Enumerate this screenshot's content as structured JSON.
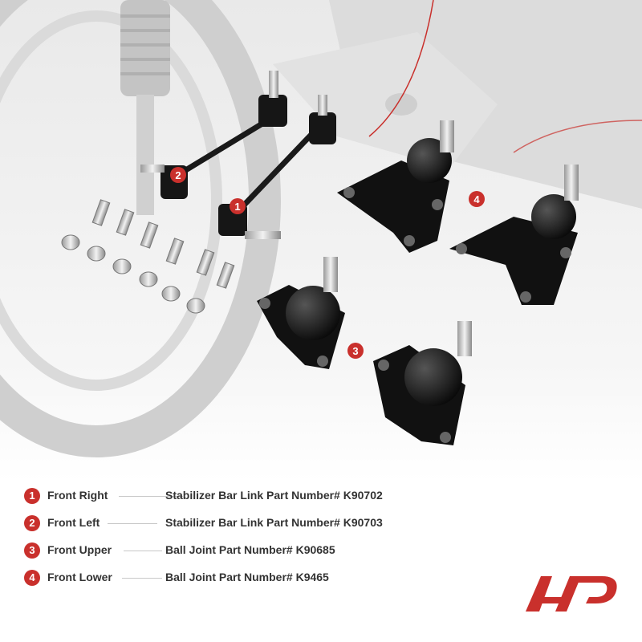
{
  "brand_color": "#c9302c",
  "icons": [
    "brand-logo-icon"
  ],
  "parts": [
    {
      "number": "1",
      "position": "Front Right",
      "description": "Stabilizer Bar Link Part Number# K90702"
    },
    {
      "number": "2",
      "position": "Front Left",
      "description": "Stabilizer Bar Link Part Number# K90703"
    },
    {
      "number": "3",
      "position": "Front Upper",
      "description": "Ball Joint Part Number# K90685"
    },
    {
      "number": "4",
      "position": "Front Lower",
      "description": "Ball Joint Part Number# K9465"
    }
  ]
}
